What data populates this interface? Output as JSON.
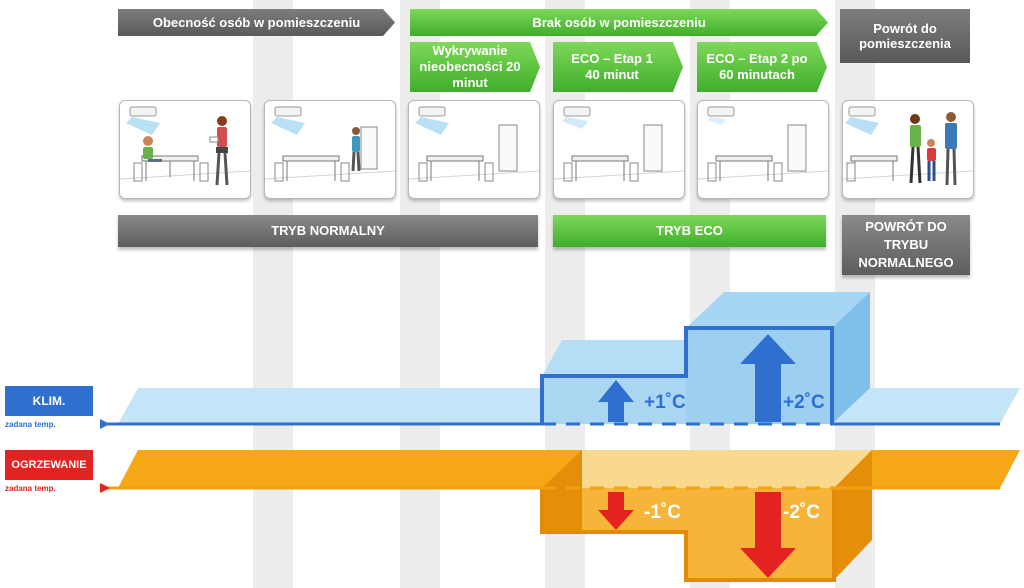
{
  "phases": {
    "presence": "Obecność osób w pomieszczeniu",
    "absence": "Brak osób w pomieszczeniu",
    "return": "Powrót do pomieszczenia"
  },
  "steps": {
    "detect": "Wykrywanie nieobecności 20 minut",
    "eco1": "ECO – Etap 1 40 minut",
    "eco2": "ECO – Etap 2 po 60 minutach"
  },
  "modes": {
    "normal": "TRYB NORMALNY",
    "eco": "TRYB ECO",
    "back": "POWRÓT DO TRYBU NORMALNEGO"
  },
  "rows": {
    "cooling_label": "KLIM.",
    "cooling_sub": "zadana temp.",
    "heating_label": "OGRZEWANIE",
    "heating_sub": "zadana temp."
  },
  "deltas": {
    "cool1": "+1˚C",
    "cool2": "+2˚C",
    "heat1": "-1˚C",
    "heat2": "-2˚C"
  },
  "colors": {
    "cooling_blue": "#2f6fd0",
    "cooling_fill": "#bfe3f7",
    "heating_orange": "#f2a20f",
    "heating_red": "#e52222",
    "eco_green": "#3fae2a",
    "neutral_gray": "#666666"
  },
  "icons": [
    "air-conditioner-icon",
    "person-icon",
    "door-icon",
    "table-icon"
  ]
}
